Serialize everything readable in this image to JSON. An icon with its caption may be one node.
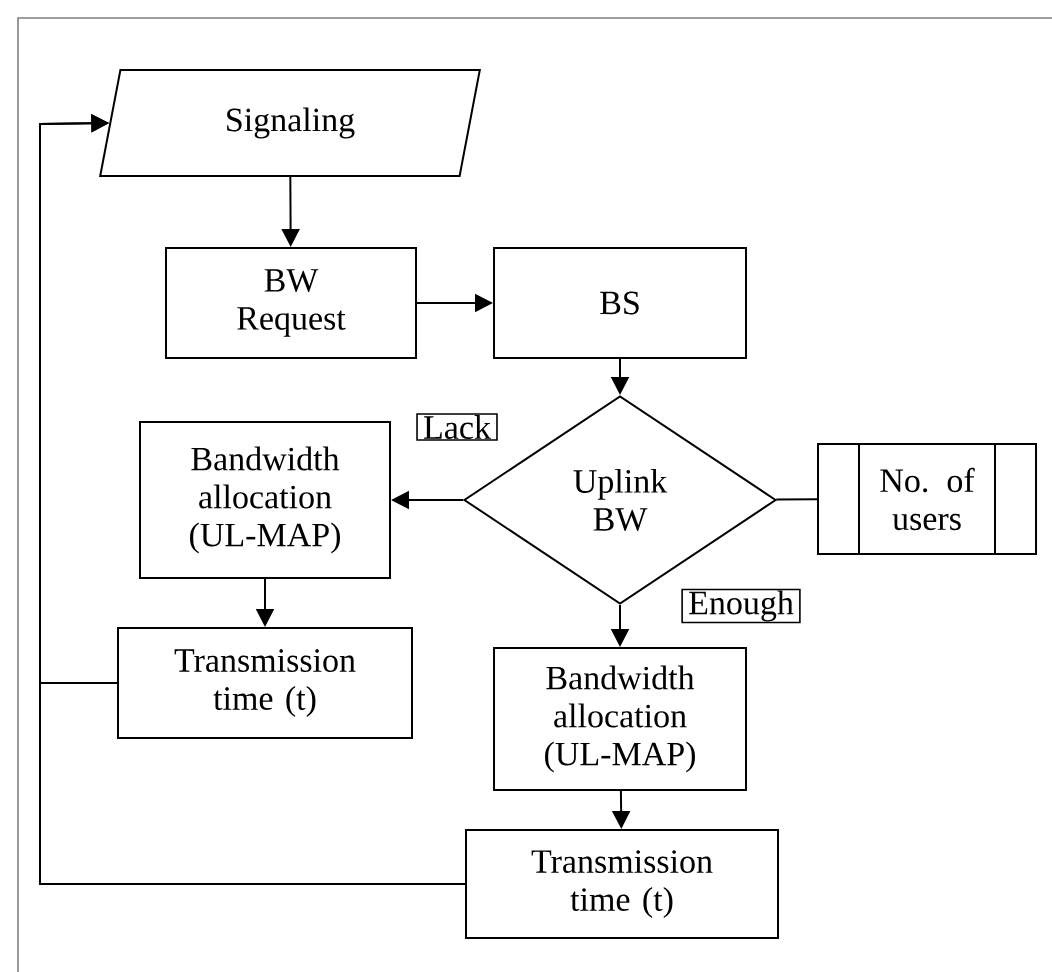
{
  "diagram": {
    "nodes": [
      {
        "text": [
          "Signaling"
        ]
      },
      {
        "text": [
          "BW Request"
        ]
      },
      {
        "text": [
          "BS"
        ]
      },
      {
        "text": [
          "Uplink BW"
        ]
      },
      {
        "text": [
          "Bandwidth allocation (UL-MAP)"
        ]
      },
      {
        "text": [
          "Transmission time (t)"
        ]
      },
      {
        "text": [
          "Bandwidth allocation (UL-MAP)"
        ]
      },
      {
        "text": [
          "Transmission time (t)"
        ]
      },
      {
        "text": [
          "No. of users"
        ]
      }
    ],
    "edges": [
      {
        "from": 0,
        "to": 1,
        "arrow": "to"
      },
      {
        "from": 1,
        "to": 2,
        "arrow": "to"
      },
      {
        "from": 2,
        "to": 3,
        "arrow": "to"
      },
      {
        "from": 3,
        "to": 4,
        "arrow": "to",
        "label": "Lack"
      },
      {
        "from": 4,
        "to": 5,
        "arrow": "to"
      },
      {
        "from": 3,
        "to": 6,
        "arrow": "to",
        "label": "Enough"
      },
      {
        "from": 6,
        "to": 7,
        "arrow": "to"
      },
      {
        "from": 8,
        "to": 3,
        "arrow": "none"
      },
      {
        "from": 5,
        "to": 0,
        "arrow": "to"
      },
      {
        "from": 7,
        "to": 0,
        "arrow": "to"
      }
    ]
  }
}
